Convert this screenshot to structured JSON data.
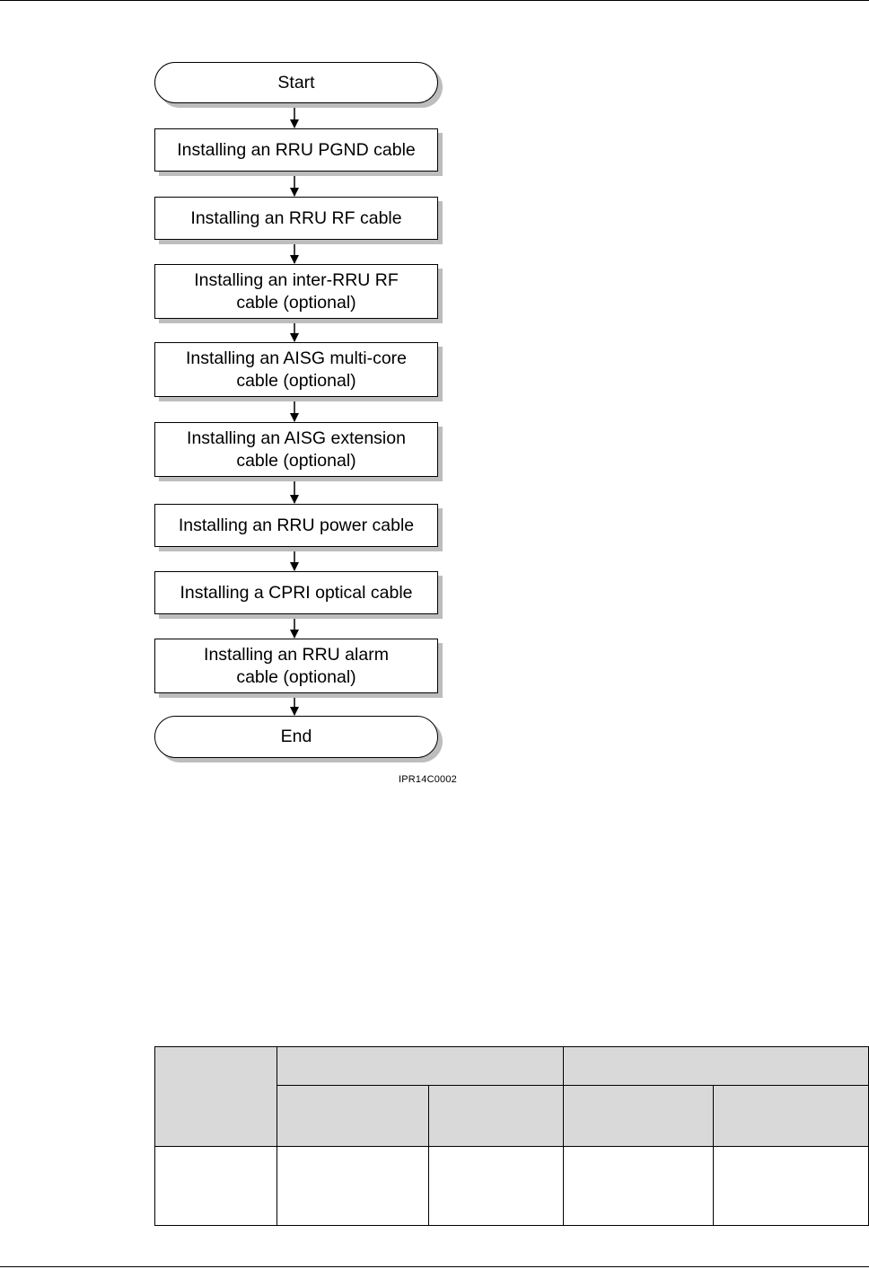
{
  "flowchart": {
    "start": "Start",
    "steps": [
      "Installing an RRU PGND cable",
      "Installing an RRU RF cable",
      "Installing an inter-RRU RF cable (optional)",
      "Installing an AISG multi-core cable (optional)",
      "Installing an AISG extension cable (optional)",
      "Installing an RRU power cable",
      "Installing a CPRI optical cable",
      "Installing an RRU alarm cable (optional)"
    ],
    "step_lines": [
      [
        "Installing an RRU PGND cable"
      ],
      [
        "Installing an RRU RF cable"
      ],
      [
        "Installing an inter-RRU RF",
        "cable (optional)"
      ],
      [
        "Installing an AISG multi-core",
        "cable (optional)"
      ],
      [
        "Installing an AISG extension",
        "cable (optional)"
      ],
      [
        "Installing an RRU power cable"
      ],
      [
        "Installing a CPRI optical cable"
      ],
      [
        "Installing an RRU alarm",
        "cable (optional)"
      ]
    ],
    "end": "End",
    "figure_id": "IPR14C0002"
  },
  "table": {
    "header_row_1": [
      "",
      "",
      ""
    ],
    "header_row_2": [
      "",
      "",
      "",
      ""
    ],
    "body_rows": [
      [
        "",
        "",
        "",
        "",
        ""
      ]
    ]
  }
}
